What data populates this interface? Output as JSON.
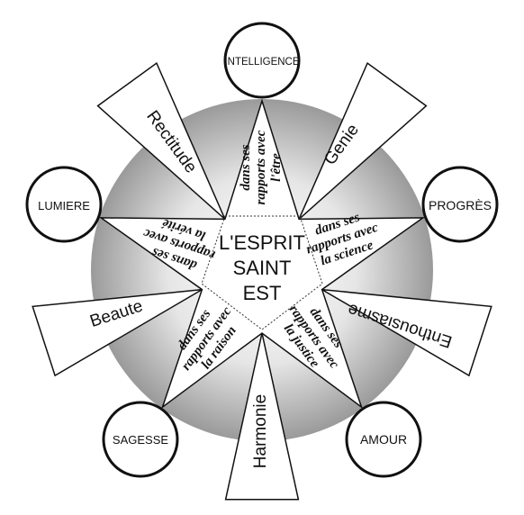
{
  "center": {
    "lines": [
      "L'ESPRIT",
      "SAINT",
      "EST"
    ]
  },
  "points": [
    {
      "name": "intelligence",
      "circle_label": "INTELLIGENCE",
      "relation_lines": [
        "dans ses",
        "rapports avec",
        "l'être"
      ]
    },
    {
      "name": "progres",
      "circle_label": "PROGRÈS",
      "relation_lines": [
        "dans ses",
        "rapports avec",
        "la science"
      ]
    },
    {
      "name": "amour",
      "circle_label": "AMOUR",
      "relation_lines": [
        "dans ses",
        "rapports avec",
        "la justice"
      ]
    },
    {
      "name": "sagesse",
      "circle_label": "SAGESSE",
      "relation_lines": [
        "dans ses",
        "rapports avec",
        "la raison"
      ]
    },
    {
      "name": "lumiere",
      "circle_label": "LUMIERE",
      "relation_lines": [
        "dans ses",
        "rapports avec",
        "la vérité"
      ]
    }
  ],
  "virtues": [
    {
      "name": "rectitude",
      "label": "Rectitude"
    },
    {
      "name": "genie",
      "label": "Genie"
    },
    {
      "name": "enthousiasme",
      "label": "Enthousiasme"
    },
    {
      "name": "harmonie",
      "label": "Harmonie"
    },
    {
      "name": "beaute",
      "label": "Beaute"
    }
  ],
  "colors": {
    "disc_edge": "#9a9a9a",
    "disc_center": "#ffffff",
    "stroke": "#111111",
    "fill": "#ffffff"
  }
}
